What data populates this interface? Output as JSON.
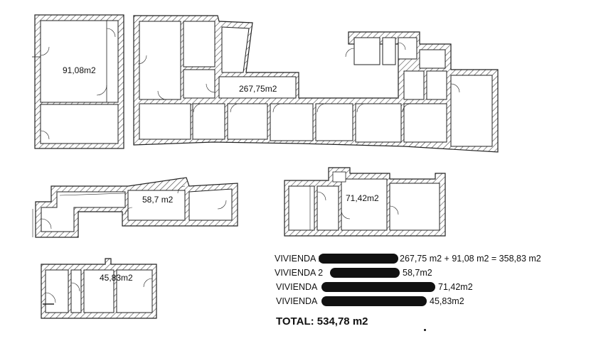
{
  "plans": {
    "a1": "91,08m2",
    "a2": "267,75m2",
    "a3": "58,7 m2",
    "a4": "71,42m2",
    "a5": "45,83m2"
  },
  "summary": {
    "r1_label": "VIVIENDA 1",
    "r1_value": "267,75 m2 + 91,08 m2 = 358,83 m2",
    "r2_label": "VIVIENDA 2",
    "r2_value": "58,7m2",
    "r3_label": "VIVIENDA",
    "r3_value": "71,42m2",
    "r4_label": "VIVIENDA",
    "r4_value": "45,83m2",
    "total": "TOTAL: 534,78 m2"
  }
}
